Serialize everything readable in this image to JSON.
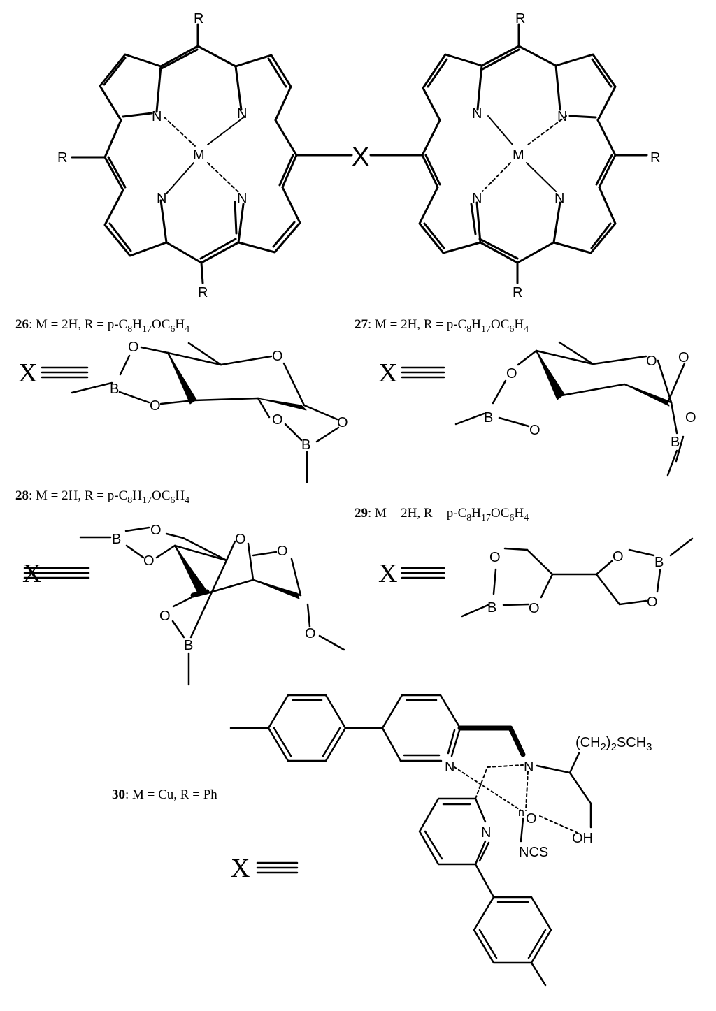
{
  "figure": {
    "porphyrin_left": {
      "atoms": {
        "n1": "N",
        "n2": "N",
        "n3": "N",
        "n4": "N",
        "m": "M"
      },
      "substituents": {
        "top": "R",
        "left": "R",
        "bottom": "R"
      }
    },
    "linker": "X",
    "porphyrin_right": {
      "atoms": {
        "n1": "N",
        "n2": "N",
        "n3": "N",
        "n4": "N",
        "m": "M"
      },
      "substituents": {
        "top": "R",
        "right": "R",
        "bottom": "R"
      }
    },
    "compounds": [
      {
        "num": "26",
        "desc": ": M = 2H, R = p-C",
        "s1": "8",
        "m1": "H",
        "s2": "17",
        "m2": "OC",
        "s3": "6",
        "m3": "H",
        "s4": "4"
      },
      {
        "num": "27",
        "desc": ": M = 2H, R = p-C",
        "s1": "8",
        "m1": "H",
        "s2": "17",
        "m2": "OC",
        "s3": "6",
        "m3": "H",
        "s4": "4"
      },
      {
        "num": "28",
        "desc": ": M = 2H, R = p-C",
        "s1": "8",
        "m1": "H",
        "s2": "17",
        "m2": "OC",
        "s3": "6",
        "m3": "H",
        "s4": "4"
      },
      {
        "num": "29",
        "desc": ": M = 2H, R = p-C",
        "s1": "8",
        "m1": "H",
        "s2": "17",
        "m2": "OC",
        "s3": "6",
        "m3": "H",
        "s4": "4"
      },
      {
        "num": "30",
        "desc": ": M = Cu, R = Ph"
      }
    ],
    "x_labels": [
      "X",
      "X",
      "X",
      "X",
      "X"
    ],
    "s26": {
      "o1": "O",
      "o2": "O",
      "o3": "O",
      "o4": "O",
      "o5": "O",
      "b1": "B",
      "b2": "B"
    },
    "s27": {
      "o1": "O",
      "o2": "O",
      "o3": "O",
      "o4": "O",
      "o5": "O",
      "b1": "B",
      "b2": "B"
    },
    "s28": {
      "o1": "O",
      "o2": "O",
      "o3": "O",
      "o4": "O",
      "o5": "O",
      "o6": "O",
      "b1": "B",
      "b2": "B"
    },
    "s29": {
      "o1": "O",
      "o2": "O",
      "o3": "O",
      "o4": "O",
      "b1": "B",
      "b2": "B"
    },
    "s30": {
      "n1": "N",
      "n2": "N",
      "n3": "N",
      "cu": "n",
      "o1": "O",
      "sub_a": "(CH",
      "sub_sub": "2",
      "sub_b": ")",
      "sub_c": "2",
      "sub_d": "SCH",
      "sub_e": "3",
      "oh": "OH",
      "ncs": "NCS"
    }
  }
}
